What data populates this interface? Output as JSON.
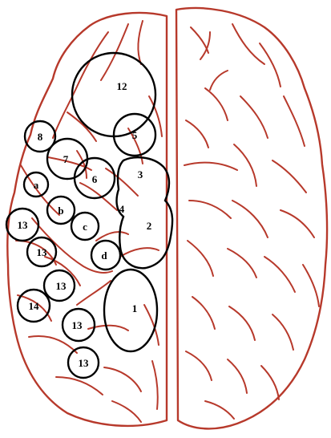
{
  "colors": {
    "brain": "#b7392b",
    "region": "#000000",
    "background": "#ffffff"
  },
  "labels": {
    "r12": "12",
    "r5": "5",
    "r8": "8",
    "r7": "7",
    "r6": "6",
    "r3": "3",
    "ra": "a",
    "r4": "4",
    "rb": "b",
    "r2": "2",
    "r13a": "13",
    "rc": "c",
    "r13b": "13",
    "rd": "d",
    "r13c": "13",
    "r14": "14",
    "r1": "1",
    "r13d": "13",
    "r13e": "13"
  }
}
